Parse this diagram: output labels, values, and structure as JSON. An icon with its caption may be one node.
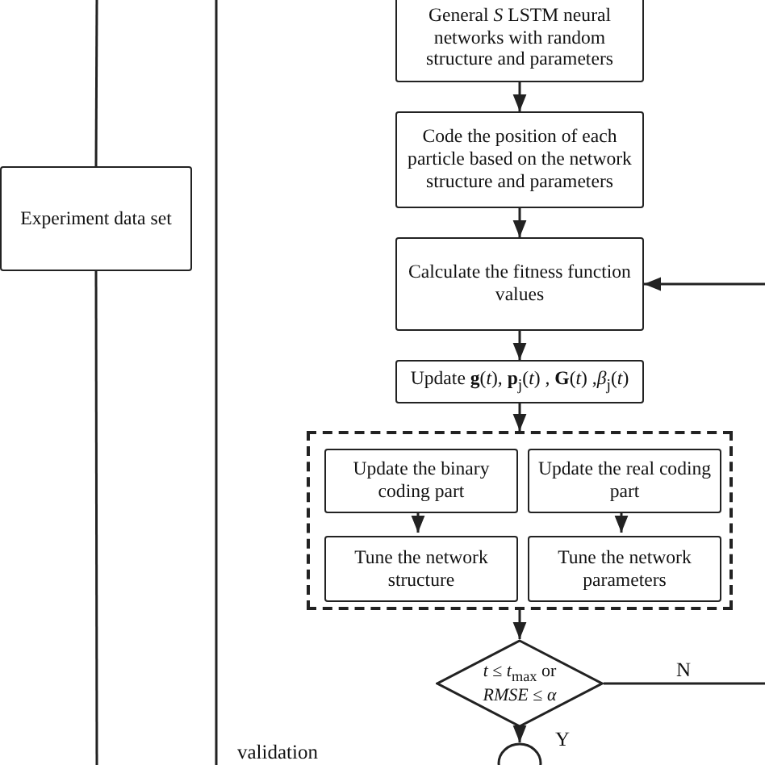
{
  "diagram": {
    "nodes": [
      {
        "text": [
          "Experiment data set"
        ]
      },
      {
        "text": [
          "General *S* LSTM neural networks with random structure and parameters"
        ]
      },
      {
        "text": [
          "Code the position of each particle based on the network structure and parameters"
        ]
      },
      {
        "text": [
          "Calculate the fitness function values"
        ]
      },
      {
        "text": [
          "Update **g**(*t*), **p**$_{j}$(*t*) , **G**(*t*) ,*β*$_{j}$(*t*)"
        ]
      },
      {
        "text": [],
        "shape": "box"
      },
      {
        "text": [
          "Update the binary coding part"
        ],
        "in": 5
      },
      {
        "text": [
          "Update the real coding part"
        ],
        "in": 5
      },
      {
        "text": [
          "Tune the network structure"
        ],
        "in": 5
      },
      {
        "text": [
          "Tune the network parameters"
        ],
        "in": 5
      },
      {
        "text": [
          "*t* ≤ *t*$_{max}$ or *RMSE* ≤ *α*"
        ]
      },
      {
        "text": [],
        "shape": "circle"
      }
    ],
    "edges": [
      {
        "from": null,
        "to": 0,
        "arrow": "none"
      },
      {
        "from": 0,
        "to": null,
        "arrow": "none"
      },
      {
        "from": 1,
        "to": 2,
        "arrow": "to"
      },
      {
        "from": 2,
        "to": 3,
        "arrow": "to"
      },
      {
        "from": 3,
        "to": 4,
        "arrow": "to"
      },
      {
        "from": 4,
        "to": 5,
        "arrow": "to"
      },
      {
        "from": 6,
        "to": 8,
        "arrow": "to"
      },
      {
        "from": 7,
        "to": 9,
        "arrow": "to"
      },
      {
        "from": 5,
        "to": 10,
        "arrow": "to"
      },
      {
        "from": 10,
        "to": 11,
        "arrow": "to",
        "label": "Y"
      },
      {
        "from": 10,
        "to": null,
        "arrow": "none",
        "label": "N"
      },
      {
        "from": null,
        "to": 3,
        "arrow": "to"
      }
    ],
    "labels": [
      "validation"
    ]
  }
}
